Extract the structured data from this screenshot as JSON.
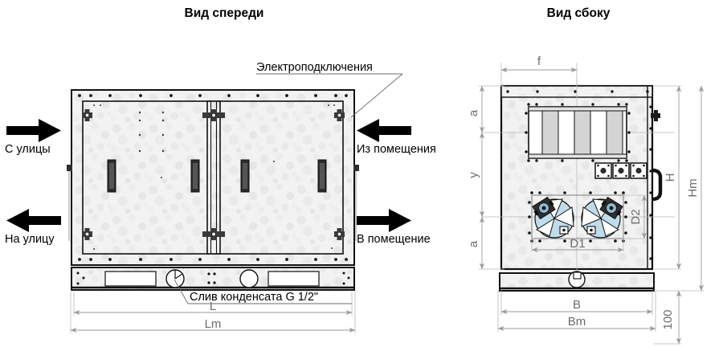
{
  "titles": {
    "front": "Вид спереди",
    "side": "Вид сбоку"
  },
  "callouts": {
    "electrical": "Электроподключения",
    "condensate": "Слив конденсата G 1/2\""
  },
  "flow_arrows": [
    {
      "id": "from-street",
      "label": "С улицы",
      "direction": "right"
    },
    {
      "id": "to-street",
      "label": "На улицу",
      "direction": "left"
    },
    {
      "id": "from-room",
      "label": "Из помещения",
      "direction": "left"
    },
    {
      "id": "to-room",
      "label": "В помещение",
      "direction": "right"
    }
  ],
  "dimensions": {
    "front": [
      {
        "id": "L",
        "label": "L",
        "orientation": "horizontal"
      },
      {
        "id": "Lm",
        "label": "Lm",
        "orientation": "horizontal"
      }
    ],
    "side": [
      {
        "id": "f",
        "label": "f",
        "orientation": "horizontal"
      },
      {
        "id": "a1",
        "label": "a",
        "orientation": "vertical"
      },
      {
        "id": "y",
        "label": "y",
        "orientation": "vertical"
      },
      {
        "id": "a2",
        "label": "a",
        "orientation": "vertical"
      },
      {
        "id": "H",
        "label": "H",
        "orientation": "vertical"
      },
      {
        "id": "Hm",
        "label": "Hm",
        "orientation": "vertical"
      },
      {
        "id": "100",
        "label": "100",
        "orientation": "vertical"
      },
      {
        "id": "D1",
        "label": "D1",
        "orientation": "horizontal"
      },
      {
        "id": "D2",
        "label": "D2",
        "orientation": "vertical"
      },
      {
        "id": "B",
        "label": "B",
        "orientation": "horizontal"
      },
      {
        "id": "Bm",
        "label": "Bm",
        "orientation": "horizontal"
      }
    ]
  },
  "colors": {
    "panel_fill": "#f1f1f1",
    "frame_stroke": "#111111",
    "dimension_gray": "#9a9a9a",
    "dimension_text": "#6c6c6c",
    "filter_cell": "#d4d4d4",
    "fan_blue": "#b9d8e8",
    "handle_dark": "#4a4a4a"
  }
}
